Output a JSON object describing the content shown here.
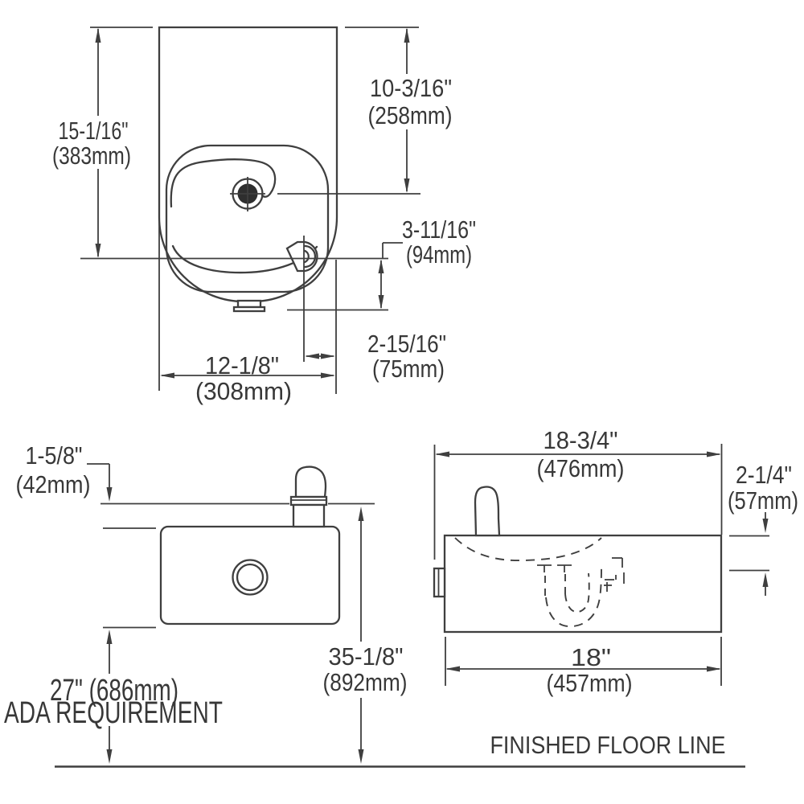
{
  "drawing": {
    "background": "#ffffff",
    "line_color": "#3f3f3f",
    "text_color": "#383838",
    "top_view": {
      "height_in": "15-1/16\"",
      "height_mm": "(383mm)",
      "top_to_drain_in": "10-3/16\"",
      "top_to_drain_mm": "(258mm)",
      "bubbler_setback_in": "3-11/16\"",
      "bubbler_setback_mm": "(94mm)",
      "bubbler_to_edge_in": "2-15/16\"",
      "bubbler_to_edge_mm": "(75mm)",
      "width_in": "12-1/8\"",
      "width_mm": "(308mm)"
    },
    "front_view": {
      "spout_above_top_in": "1-5/8\"",
      "spout_above_top_mm": "(42mm)",
      "ada_line1": "27\" (686mm)",
      "ada_line2": "ADA REQUIREMENT",
      "spout_height_in": "35-1/8\"",
      "spout_height_mm": "(892mm)"
    },
    "side_view": {
      "overall_depth_in": "18-3/4\"",
      "overall_depth_mm": "(476mm)",
      "top_to_outlet_in": "2-1/4\"",
      "top_to_outlet_mm": "(57mm)",
      "body_depth_in": "18\"",
      "body_depth_mm": "(457mm)"
    },
    "floor_label": "FINISHED FLOOR LINE"
  }
}
